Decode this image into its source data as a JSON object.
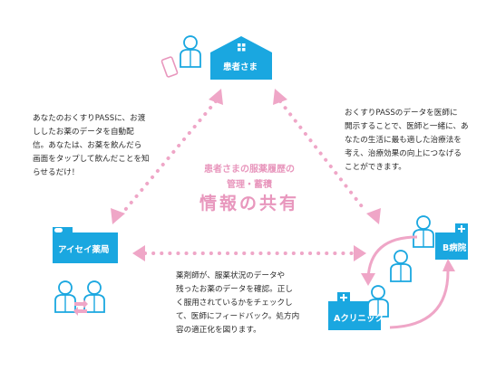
{
  "colors": {
    "blue": "#1aa7e0",
    "pink": "#efa6c7",
    "pink_text": "#e897bd",
    "text": "#2a2a2a"
  },
  "nodes": {
    "patient": "患者さま",
    "pharmacy": "アイセイ薬局",
    "hospital_b": "B病院",
    "clinic_a": "Aクリニック"
  },
  "center": {
    "line1": "患者さまの服薬履歴の",
    "line2": "管理・蓄積",
    "heading": "情報の共有"
  },
  "descriptions": {
    "left": [
      "あなたのおくすりPASSに、お渡",
      "ししたお薬のデータを自動配",
      "信。あなたは、お薬を飲んだら",
      "画面をタップして飲んだことを知",
      "らせるだけ！"
    ],
    "right": [
      "おくすりPASSのデータを医師に",
      "開示することで、医師と一緒に、あ",
      "なたの生活に最も適した治療法を",
      "考え、治療効果の向上につなげる",
      "ことができます。"
    ],
    "bottom": [
      "薬剤師が、服薬状況のデータや",
      "残ったお薬のデータを確認。正し",
      "く服用されているかをチェックし",
      "て、医師にフィードバック。処方内",
      "容の適正化を図ります。"
    ]
  },
  "icons": [
    "house-icon",
    "smartphone-icon",
    "pill-icon",
    "cross-icon",
    "person-icon",
    "exchange-arrows-icon",
    "cycle-arrow-icon"
  ]
}
